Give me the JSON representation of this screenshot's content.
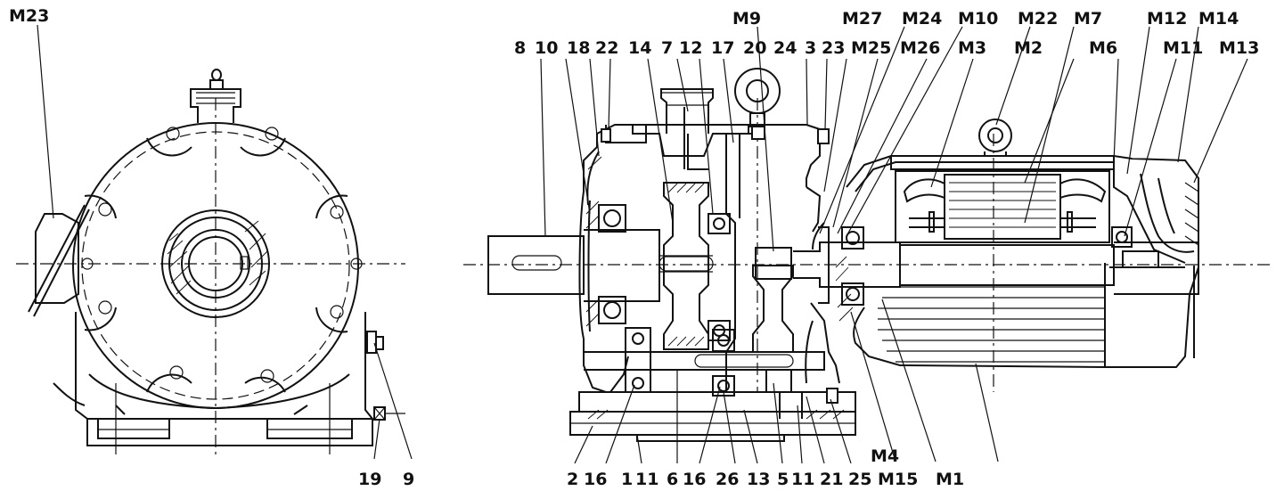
{
  "front_view": {
    "labels": [
      "M23",
      "19",
      "9"
    ]
  },
  "section_view": {
    "top_labels_row1": [
      "M9",
      "M27",
      "M24",
      "M10",
      "M22",
      "M7",
      "M12",
      "M14"
    ],
    "top_labels_row2": [
      "8",
      "10",
      "18",
      "22",
      "14",
      "7",
      "12",
      "17",
      "20",
      "24",
      "3",
      "23",
      "M25",
      "M26",
      "M3",
      "M2",
      "M6",
      "M11",
      "M13"
    ],
    "bottom_labels": [
      "2",
      "16",
      "1",
      "11",
      "6",
      "16",
      "26",
      "13",
      "5",
      "11",
      "21",
      "25",
      "M15",
      "M1",
      "M4"
    ]
  }
}
